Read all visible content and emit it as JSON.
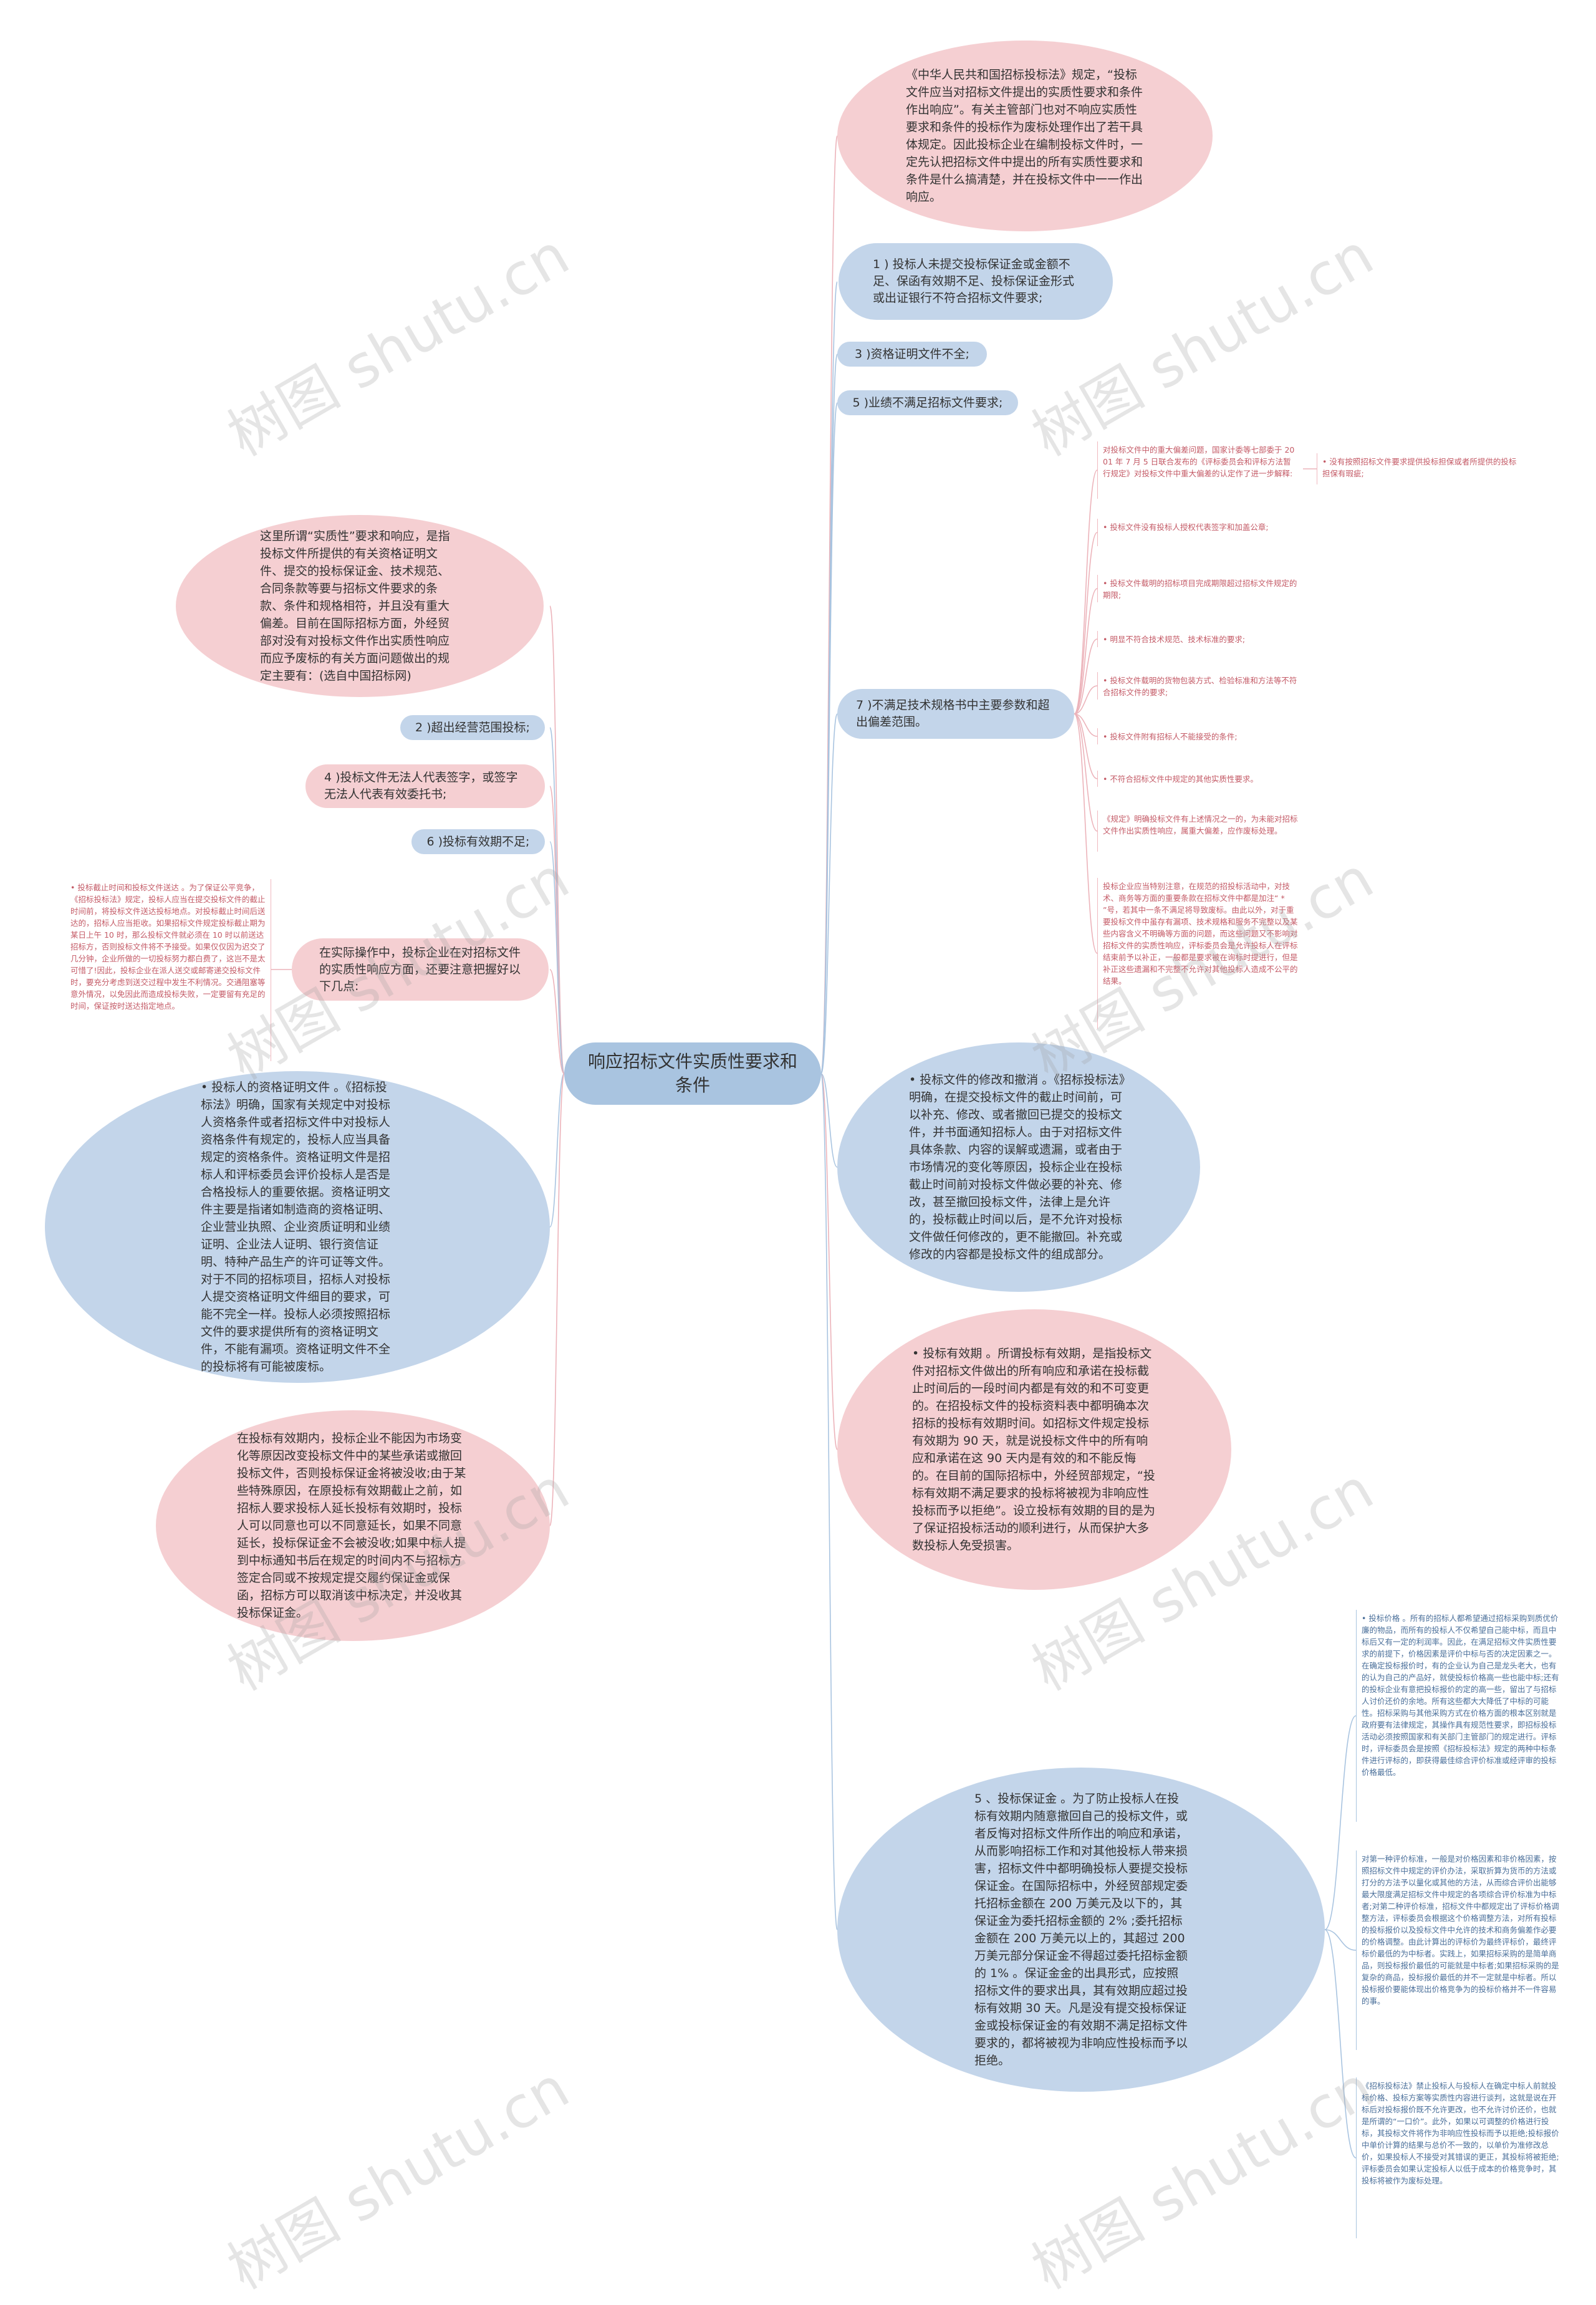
{
  "watermark": "树图 shutu.cn",
  "root": "响应招标文件实质性要求和条件",
  "right": {
    "law_intro": "《中华人民共和国招标投标法》规定，“投标文件应当对招标文件提出的实质性要求和条件作出响应”。有关主管部门也对不响应实质性要求和条件的投标作为废标处理作出了若干具体规定。因此投标企业在编制投标文件时，一定先认把招标文件中提出的所有实质性要求和条件是什么搞清楚，并在投标文件中一一作出响应。",
    "item1": "1 ) 投标人未提交投标保证金或金额不足、保函有效期不足、投标保证金形式或出证银行不符合招标文件要求;",
    "item3": "3 )资格证明文件不全;",
    "item5": "5 )业绩不满足招标文件要求;",
    "item7": "7 )不满足技术规格书中主要参数和超出偏差范围。",
    "item7_notes": [
      "对投标文件中的重大偏差问题，国家计委等七部委于 2001 年 7 月 5 日联合发布的《评标委员会和评标方法暂行规定》对投标文件中重大偏差的认定作了进一步解释:",
      "• 投标文件没有投标人授权代表签字和加盖公章;",
      "• 投标文件载明的招标项目完成期限超过招标文件规定的期限;",
      "• 明显不符合技术规范、技术标准的要求;",
      "• 投标文件载明的货物包装方式、检验标准和方法等不符合招标文件的要求;",
      "• 投标文件附有招标人不能接受的条件;",
      "• 不符合招标文件中规定的其他实质性要求。",
      "《规定》明确投标文件有上述情况之一的，为未能对招标文件作出实质性响应，属重大偏差，应作废标处理。",
      "投标企业应当特别注意，在规范的招投标活动中，对技术、商务等方面的重要条款在招标文件中都是加注“ * ”号，若其中一条不满足将导致废标。由此以外，对于重要投标文件中虽存有漏项、技术规格和服务不完整以及某些内容含义不明确等方面的问题，而这些问题又不影响对招标文件的实质性响应，评标委员会是允许投标人在评标结束前予以补正，一般都是要求被在询标时提进行，但是补正这些遗漏和不完整不允许对其他投标人造成不公平的结果。"
    ],
    "item1_note": "• 没有按照招标文件要求提供投标担保或者所提供的投标担保有瑕疵;",
    "modify": "• 投标文件的修改和撤消 。《招标投标法》明确，在提交投标文件的截止时间前，可以补充、修改、或者撤回已提交的投标文件，并书面通知招标人。由于对招标文件具体条款、内容的误解或遗漏，或者由于市场情况的变化等原因，投标企业在投标截止时间前对投标文件做必要的补充、修改，甚至撤回投标文件，法律上是允许的，投标截止时间以后，是不允许对投标文件做任何修改的，更不能撤回。补充或修改的内容都是投标文件的组成部分。",
    "validity": "• 投标有效期 。所谓投标有效期，是指投标文件对招标文件做出的所有响应和承诺在投标截止时间后的一段时间内都是有效的和不可变更的。在招投标文件的投标资料表中都明确本次招标的投标有效期时间。如招标文件规定投标有效期为 90 天，就是说投标文件中的所有响应和承诺在这 90 天内是有效的和不能反悔的。在目前的国际招标中，外经贸部规定，“投标有效期不满足要求的投标将被视为非响应性投标而予以拒绝”。设立投标有效期的目的是为了保证招投标活动的顺利进行，从而保护大多数投标人免受损害。",
    "bond": "5 、投标保证金 。为了防止投标人在投标有效期内随意撤回自己的投标文件，或者反悔对招标文件所作出的响应和承诺，从而影响招标工作和对其他投标人带来损害，招标文件中都明确投标人要提交投标保证金。在国际招标中，外经贸部规定委托招标金额在 200 万美元及以下的，其保证金为委托招标金额的 2% ;委托招标金额在 200 万美元以上的，其超过 200 万美元部分保证金不得超过委托招标金额的 1% 。保证金金的出具形式，应按照招标文件的要求出具，其有效期应超过投标有效期 30 天。凡是没有提交投标保证金或投标保证金的有效期不满足招标文件要求的，都将被视为非响应性投标而予以拒绝。",
    "bond_notes": [
      "• 投标价格 。所有的招标人都希望通过招标采购到质优价廉的物品，而所有的投标人不仅希望自己能中标，而且中标后又有一定的利润率。因此，在满足招标文件实质性要求的前提下，价格因素是评价中标与否的决定因素之一。在确定投标报价时，有的企业认为自己是龙头老大，也有的认为自己的产品好，就使投标价格高一些也能中标;还有的投标企业有意把投标报价的定的高一些，留出了与招标人讨价还价的余地。所有这些都大大降低了中标的可能性。招标采购与其他采购方式在价格方面的根本区别就是政府要有法律规定，其操作具有规范性要求，即招标投标活动必须按照国家和有关部门主管部门的规定进行。评标时，评标委员会是按照《招标投标法》规定的两种中标条件进行评标的，即获得最佳综合评价标准或经评审的投标价格最低。",
      "对第一种评价标准，一般是对价格因素和非价格因素，按照招标文件中规定的评价办法，采取折算为货币的方法或打分的方法予以量化或其他的方法，从而综合评价出能够最大限度满足招标文件中规定的各项综合评价标准为中标者;对第二种评价标准，招标文件中都规定出了评标价格调整方法，评标委员会根据这个价格调整方法，对所有投标的投标报价以及投标文件中允许的技术和商务偏差作必要的价格调整。由此计算出的评标价为最终评标价，最终评标价最低的为中标者。实践上，如果招标采购的是简单商品，则投标报价最低的可能就是中标者;如果招标采购的是复杂的商品，投标报价最低的并不一定就是中标者。所以投标报价要能体现出价格竞争为的投标价格并不一件容易的事。",
      "《招标投标法》禁止投标人与投标人在确定中标人前就投标价格、投标方案等实质性内容进行谈判，这就是说在开标后对投标报价既不允许更改，也不允许讨价还价，也就是所谓的“一口价”。此外，如果以可调整的价格进行投标，其投标文件将作为非响应性投标而予以拒绝;投标报价中单价计算的结果与总价不一致的，以单价为准修改总价，如果投标人不接受对其错误的更正，其投标将被拒绝;评标委员会如果认定投标人以低于成本的价格竞争时，其投标将被作为废标处理。"
    ]
  },
  "left": {
    "substance": "这里所谓“实质性”要求和响应，是指投标文件所提供的有关资格证明文件、提交的投标保证金、技术规范、合同条款等要与招标文件要求的条款、条件和规格相符，并且没有重大偏差。目前在国际招标方面，外经贸部对没有对投标文件作出实质性响应而应予废标的有关方面问题做出的规定主要有：(选自中国招标网)",
    "item2": "2 )超出经营范围投标;",
    "item4": "4 )投标文件无法人代表签字，或签字无法人代表有效委托书;",
    "item6": "6 )投标有效期不足;",
    "practice": "在实际操作中，投标企业在对招标文件的实质性响应方面，还要注意把握好以下几点:",
    "practice_note": "• 投标截止时间和投标文件送达 。为了保证公平竞争，《招标投标法》规定，投标人应当在提交投标文件的截止时间前，将投标文件送达投标地点。对投标截止时间后送达的，招标人应当拒收。如果招标文件规定投标截止期为某日上午 10 时，那么投标文件就必须在 10 时以前送达招标方，否则投标文件将不予接受。如果仅仅因为迟交了几分钟，企业所做的一切投标努力都白费了，这岂不是太可惜了!因此，投标企业在派人送交或邮寄递交投标文件时，要充分考虑到送交过程中发生不利情况。交通阻塞等意外情况，以免因此而造成投标失败，一定要留有充足的时间，保证按时送达指定地点。",
    "qualification": "• 投标人的资格证明文件 。《招标投标法》明确，国家有关规定中对投标人资格条件或者招标文件中对投标人资格条件有规定的，投标人应当具备规定的资格条件。资格证明文件是招标人和评标委员会评价投标人是否是合格投标人的重要依据。资格证明文件主要是指诸如制造商的资格证明、企业营业执照、企业资质证明和业绩证明、企业法人证明、银行资信证明、特种产品生产的许可证等文件。对于不同的招标项目，招标人对投标人提交资格证明文件细目的要求，可能不完全一样。投标人必须按照招标文件的要求提供所有的资格证明文件，不能有漏项。资格证明文件不全的投标将有可能被废标。",
    "bond_period": "在投标有效期内，投标企业不能因为市场变化等原因改变投标文件中的某些承诺或撤回投标文件，否则投标保证金将被没收;由于某些特殊原因，在原投标有效期截止之前，如招标人要求投标人延长投标有效期时，投标人可以同意也可以不同意延长，如果不同意延长，投标保证金不会被没收;如果中标人提到中标通知书后在规定的时间内不与招标方签定合同或不按规定提交履约保证金或保函，招标方可以取消该中标决定，并没收其投标保证金。"
  }
}
